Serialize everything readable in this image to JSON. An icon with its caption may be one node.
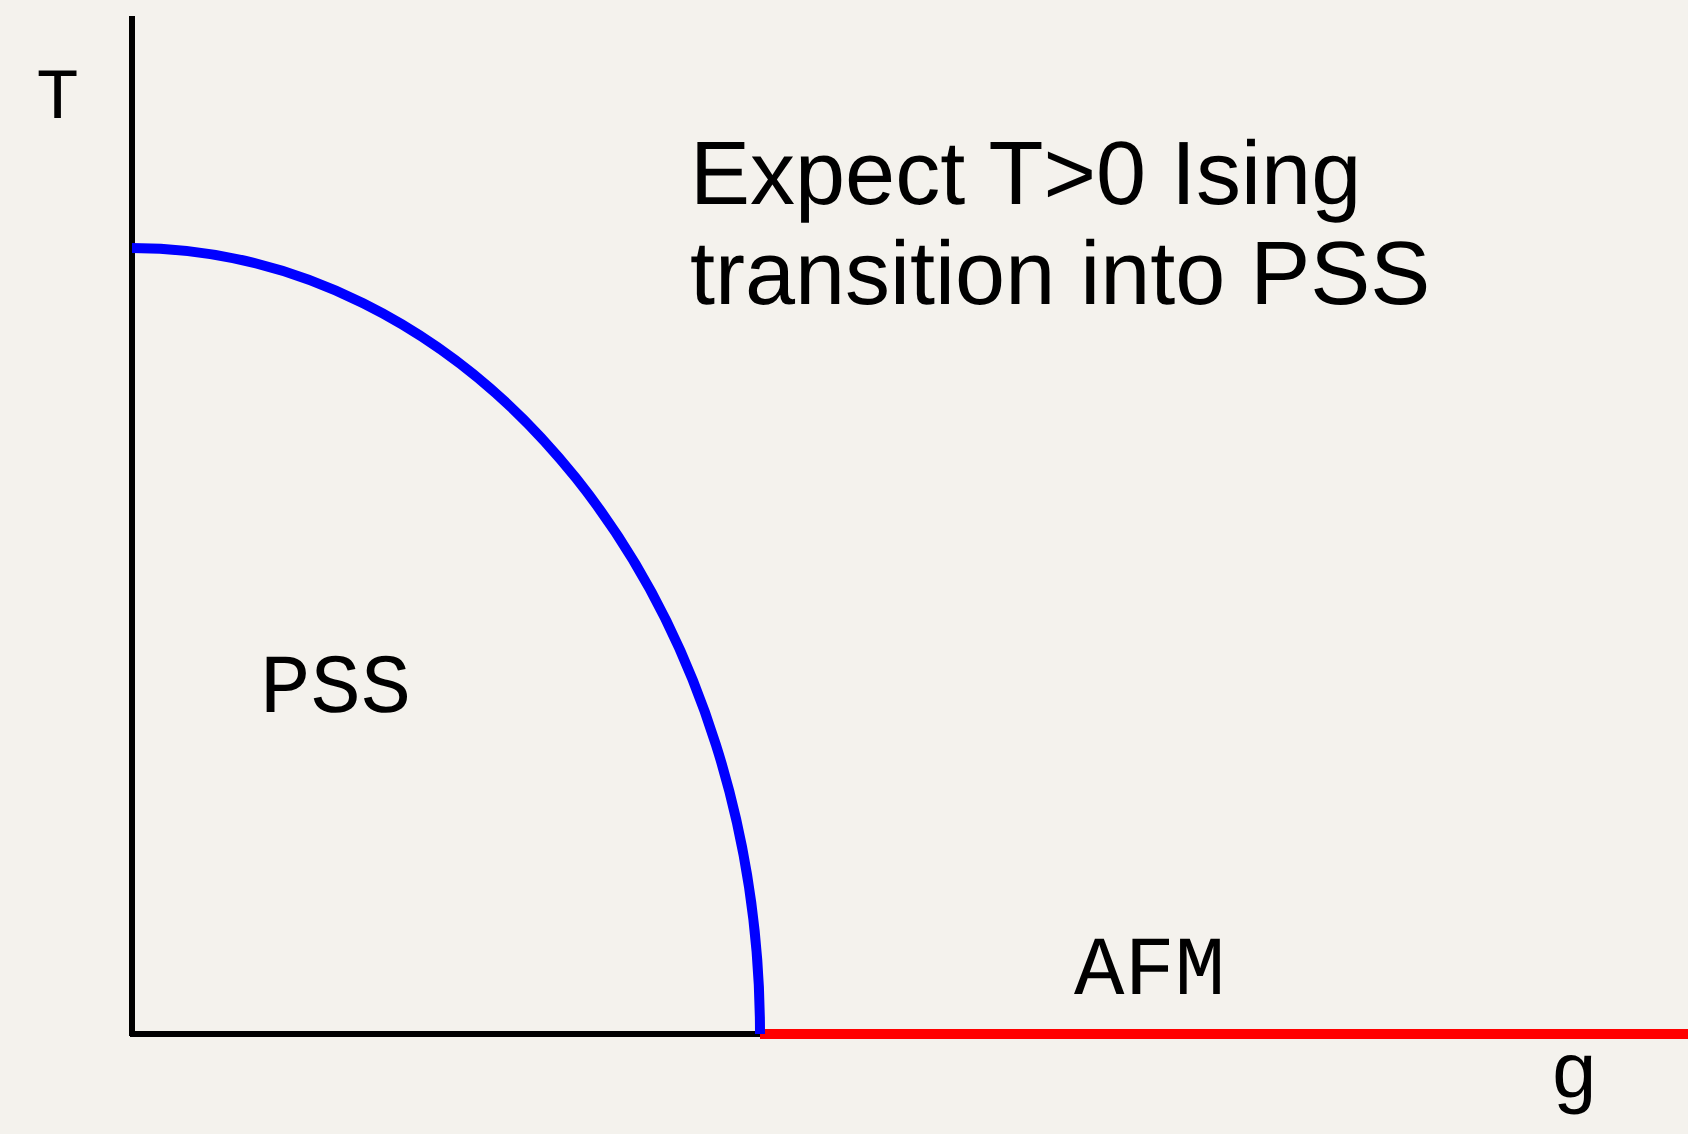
{
  "diagram": {
    "labels": [
      "T",
      "Expect T>0 Ising transition into PSS",
      "PSS",
      "AFM",
      "g"
    ]
  }
}
